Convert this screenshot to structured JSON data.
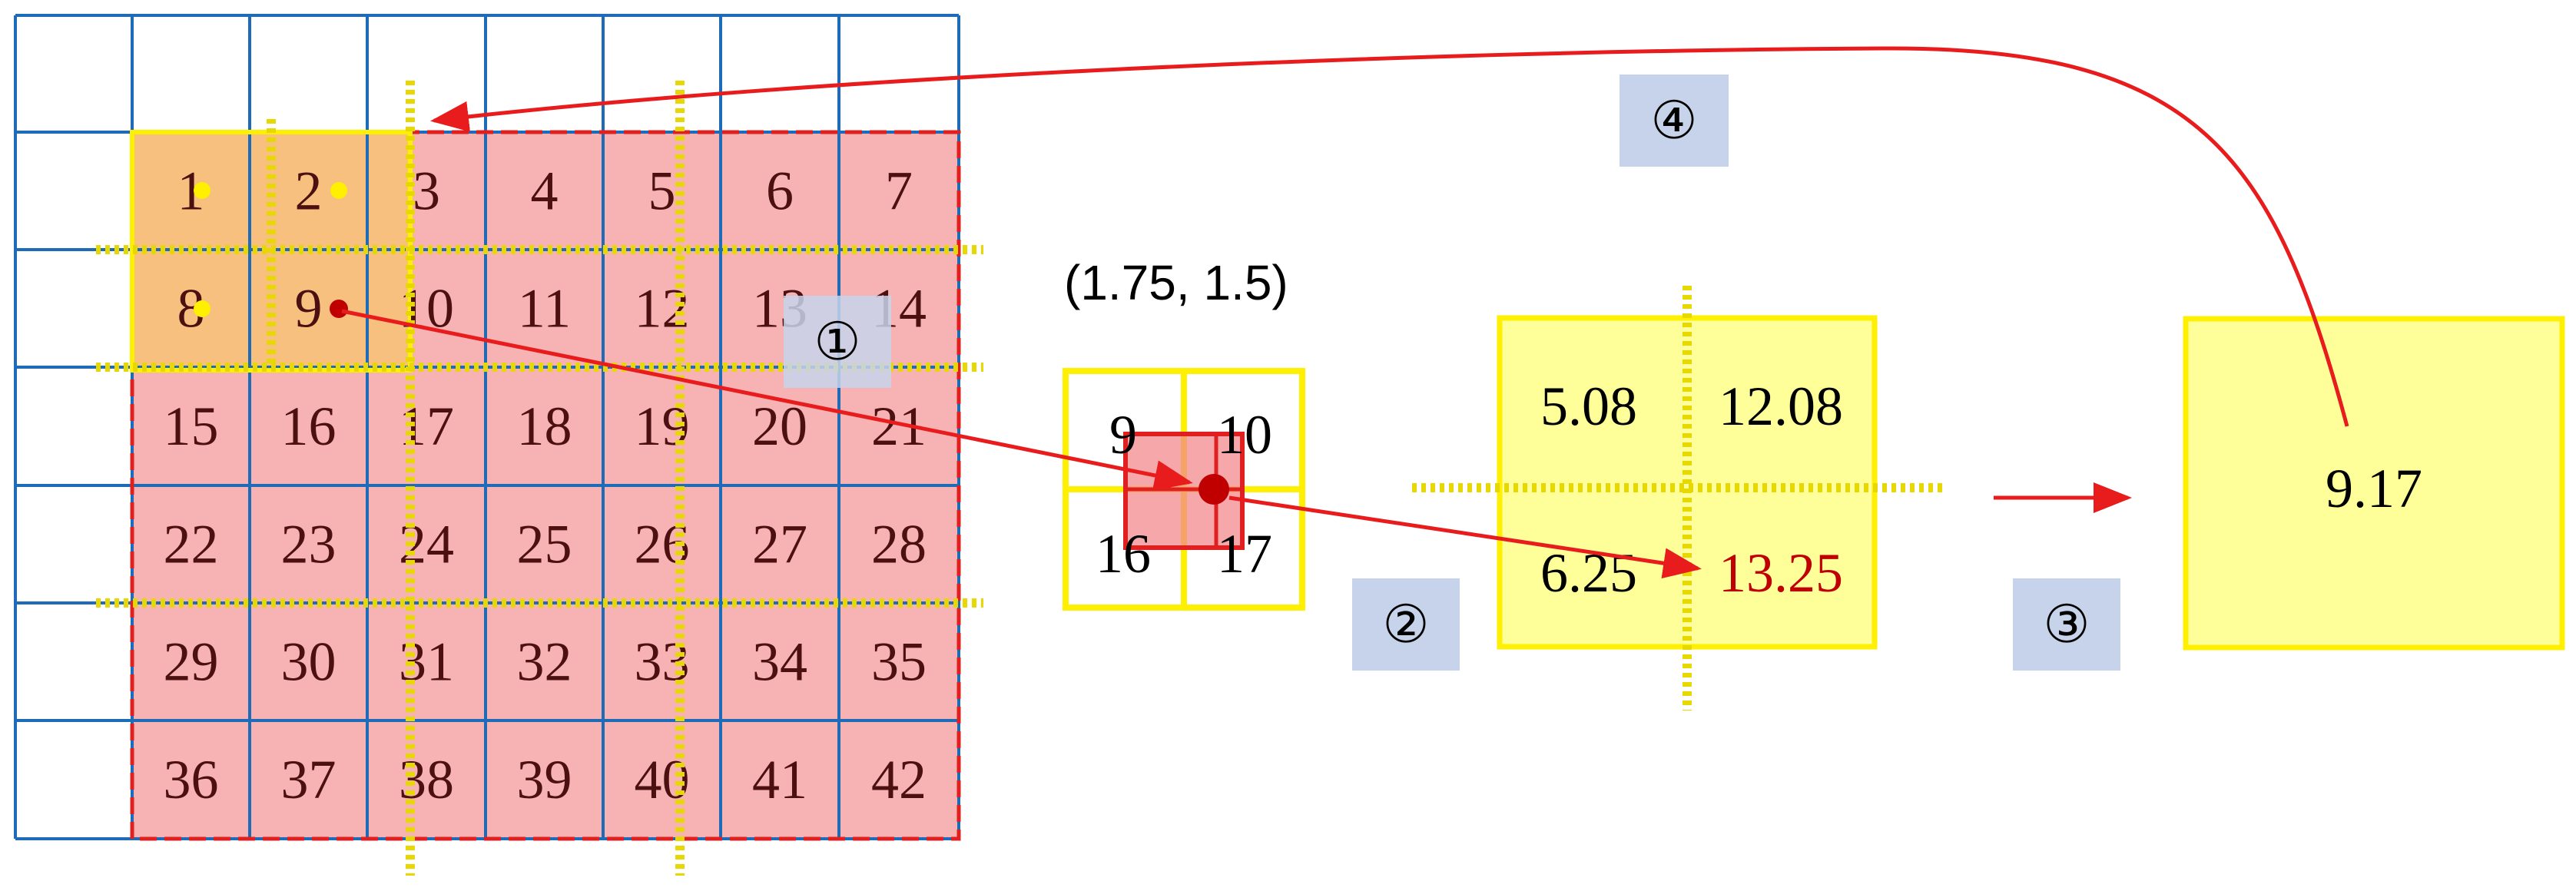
{
  "colors": {
    "grid_line": "#1e6bb8",
    "roi_fill": "#f7b2b4",
    "roi_border": "#e02020",
    "bin_fill": "#f8c07f",
    "bin_border": "#ffef00",
    "sample_dot": "#ffef00",
    "focus_dot": "#c00000",
    "arrow": "#e81c1c",
    "dotted": "#e6d800",
    "pool_fill": "#ffff99",
    "pool_border": "#ffef00",
    "badge_fill": "#c7d3ea",
    "highlight_text": "#c00000"
  },
  "feature_map": {
    "cells": [
      "1",
      "2",
      "3",
      "4",
      "5",
      "6",
      "7",
      "8",
      "9",
      "10",
      "11",
      "12",
      "13",
      "14",
      "15",
      "16",
      "17",
      "18",
      "19",
      "20",
      "21",
      "22",
      "23",
      "24",
      "25",
      "26",
      "27",
      "28",
      "29",
      "30",
      "31",
      "32",
      "33",
      "34",
      "35",
      "36",
      "37",
      "38",
      "39",
      "40",
      "41",
      "42"
    ]
  },
  "sample_coordinate": "(1.75, 1.5)",
  "neighborhood": {
    "cells": [
      "9",
      "10",
      "16",
      "17"
    ]
  },
  "bin_values": {
    "cells": [
      "5.08",
      "12.08",
      "6.25",
      "13.25"
    ]
  },
  "pooled_value": "9.17",
  "steps": {
    "one": "①",
    "two": "②",
    "three": "③",
    "four": "④"
  }
}
